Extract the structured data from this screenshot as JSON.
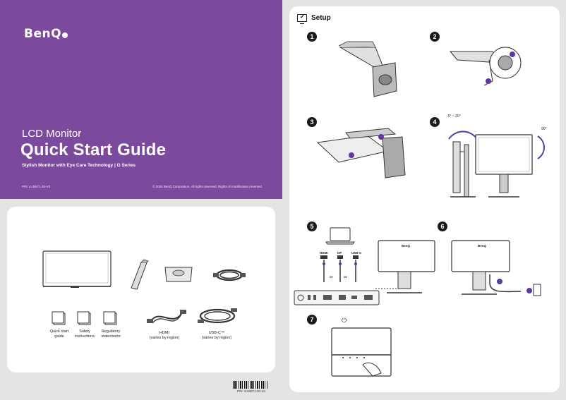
{
  "brand": {
    "logo_text": "BenQ"
  },
  "cover": {
    "subtitle": "LCD Monitor",
    "title": "Quick Start Guide",
    "tagline": "Stylish Monitor with Eye Care Technology  |  G Series",
    "part_number": "P/N: 4J.B5T1.00-V0",
    "copyright": "© 2024 BenQ Corporation. All rights reserved. Rights of modification reserved."
  },
  "contents": {
    "captions": {
      "quick_start": "Quick start\nguide",
      "safety": "Safety\ninstructions",
      "regulatory": "Regulatory\nstatements",
      "hdmi": "HDMI\n(varies by region)",
      "usbc": "USB-C™\n(varies by region)"
    }
  },
  "barcode_text": "P/N: 4J.B5T1.00-V0",
  "setup": {
    "title": "Setup",
    "steps": [
      "1",
      "2",
      "3",
      "4",
      "5",
      "6",
      "7"
    ],
    "tilt_angle": "-5° ~ 20°",
    "pivot_angle": "90°",
    "port_labels": {
      "hdmi": "HDMI",
      "dp": "DP",
      "usbc": "USB-C",
      "or": "or"
    },
    "monitor_brand": "BenQ",
    "callouts": {
      "one": "1",
      "two": "2"
    },
    "power_symbol": "⏻"
  }
}
